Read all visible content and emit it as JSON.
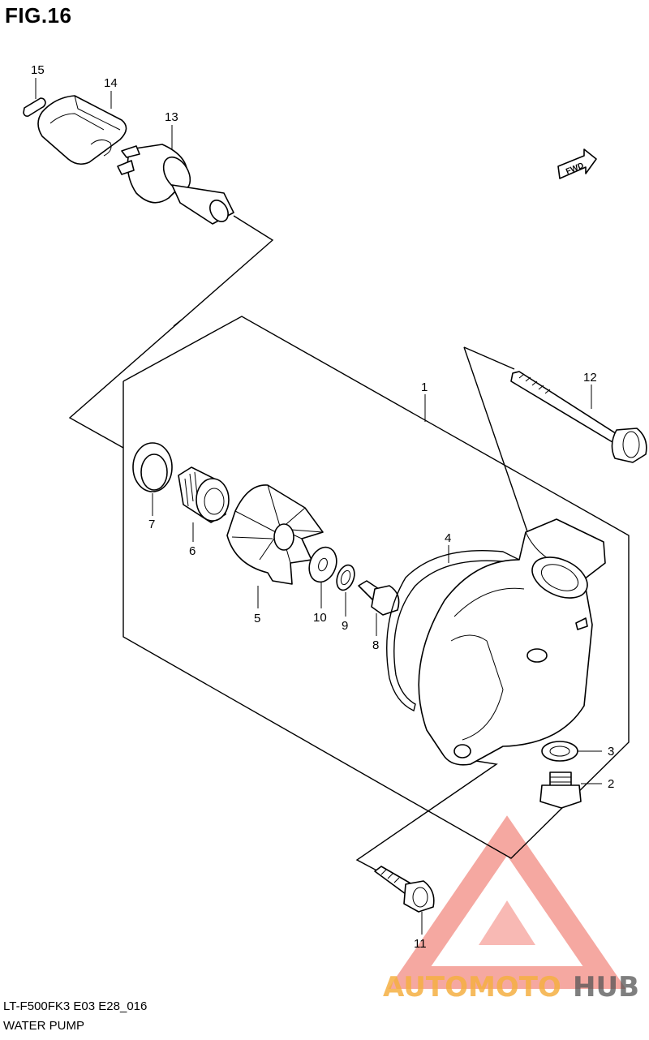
{
  "figure": {
    "title": "FIG.16",
    "model_code": "LT-F500FK3 E03 E28_016",
    "section_name": "WATER PUMP"
  },
  "direction_marker": {
    "text": "FWD"
  },
  "callouts": [
    {
      "id": "1",
      "label": "1"
    },
    {
      "id": "2",
      "label": "2"
    },
    {
      "id": "3",
      "label": "3"
    },
    {
      "id": "4",
      "label": "4"
    },
    {
      "id": "5",
      "label": "5"
    },
    {
      "id": "6",
      "label": "6"
    },
    {
      "id": "7",
      "label": "7"
    },
    {
      "id": "8",
      "label": "8"
    },
    {
      "id": "9",
      "label": "9"
    },
    {
      "id": "10",
      "label": "10"
    },
    {
      "id": "11",
      "label": "11"
    },
    {
      "id": "12",
      "label": "12"
    },
    {
      "id": "13",
      "label": "13"
    },
    {
      "id": "14",
      "label": "14"
    },
    {
      "id": "15",
      "label": "15"
    }
  ],
  "watermark": {
    "part1": "AUTOMOTO",
    "part2": "HUB",
    "color_main": "#f28b82",
    "color_accent": "#f5b042",
    "color_dark": "#555555"
  }
}
